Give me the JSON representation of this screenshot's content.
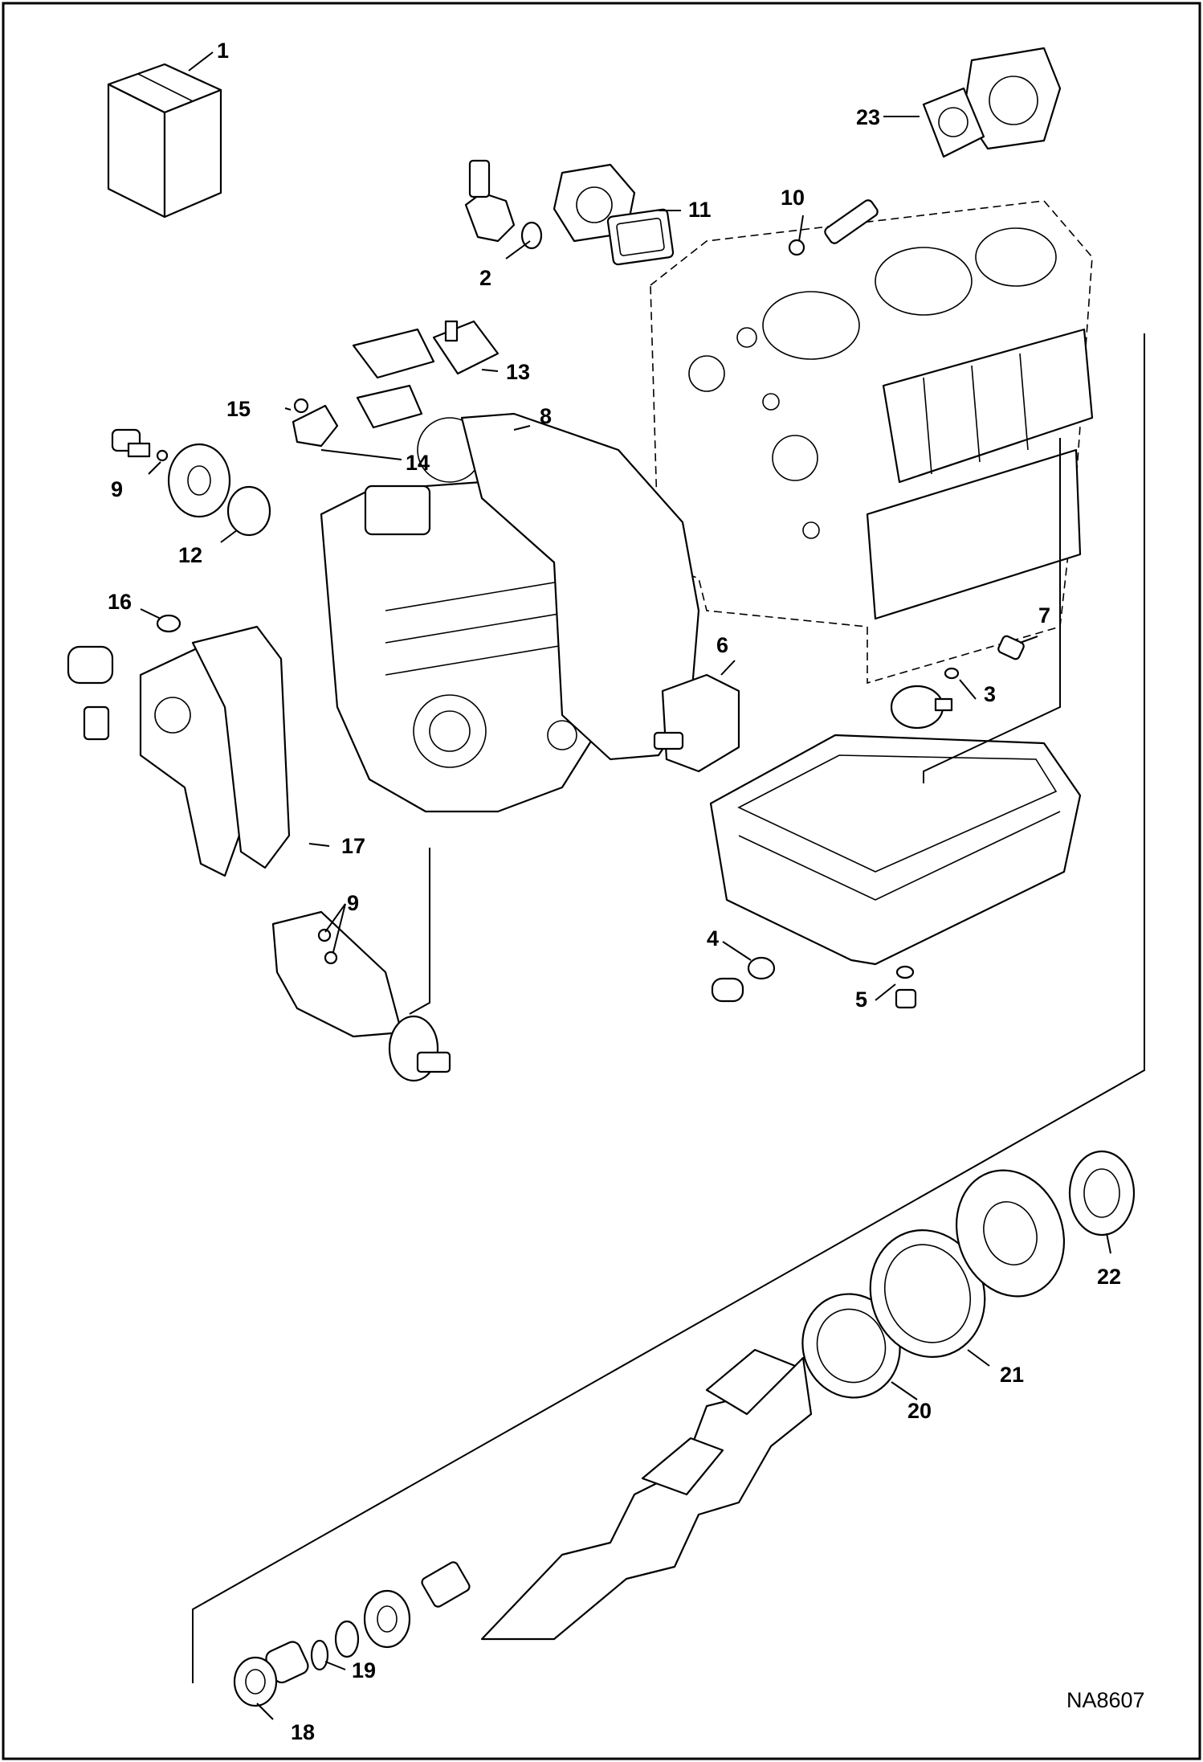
{
  "diagram": {
    "reference_code": "NA8607",
    "callouts": [
      "1",
      "2",
      "3",
      "4",
      "5",
      "6",
      "7",
      "8",
      "9",
      "9",
      "10",
      "11",
      "12",
      "13",
      "14",
      "15",
      "16",
      "17",
      "18",
      "19",
      "20",
      "21",
      "22",
      "23"
    ]
  }
}
